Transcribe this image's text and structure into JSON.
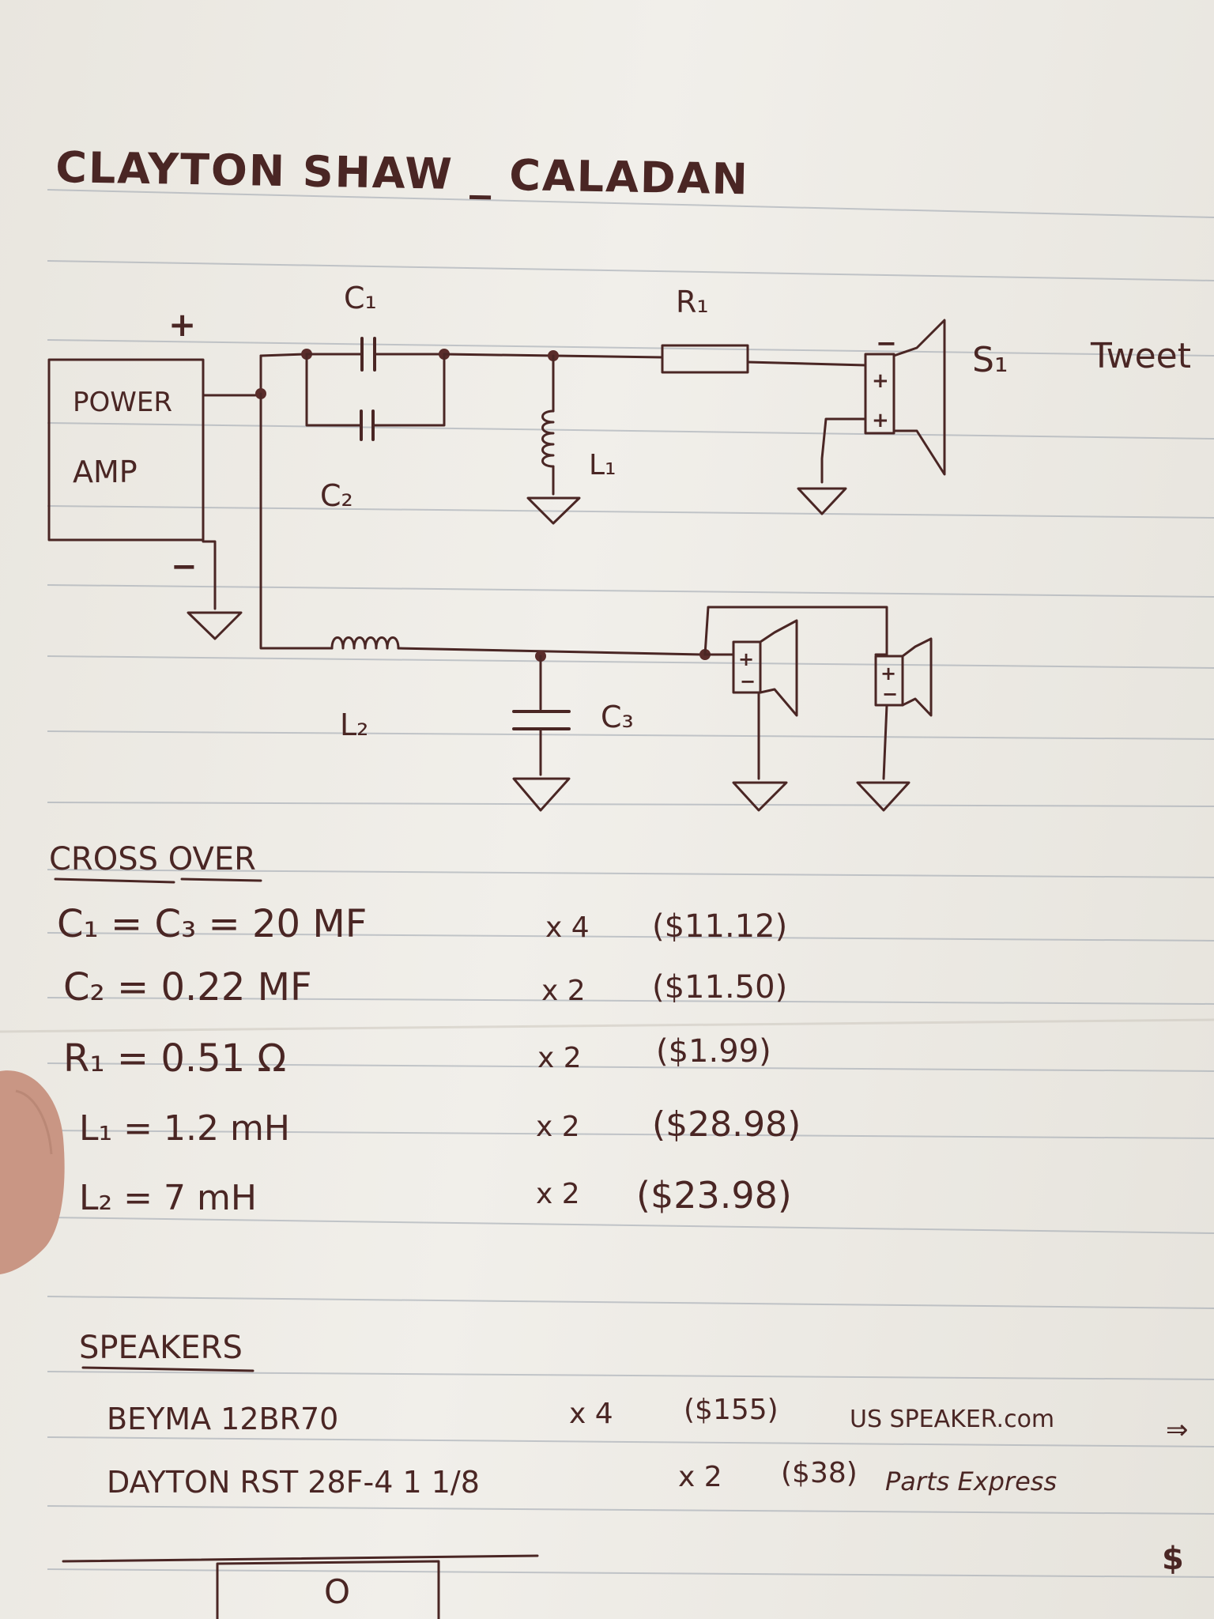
{
  "title": "CLAYTON SHAW _ CALADAN",
  "schematic": {
    "plus_sign": "+",
    "minus_sign": "−",
    "amp_label_1": "POWER",
    "amp_label_2": "AMP",
    "c1": "C₁",
    "c2": "C₂",
    "r1": "R₁",
    "l1": "L₁",
    "l2": "L₂",
    "c3": "C₃",
    "s1": "S₁",
    "tweeter": "Tweet"
  },
  "crossover": {
    "heading": "CROSS OVER",
    "rows": [
      {
        "part": "C₁ = C₃ = 20 MF",
        "qty": "x 4",
        "price": "($11.12)"
      },
      {
        "part": "C₂ = 0.22 MF",
        "qty": "x 2",
        "price": "($11.50)"
      },
      {
        "part": "R₁ = 0.51 Ω",
        "qty": "x 2",
        "price": "($1.99)"
      },
      {
        "part": "L₁ = 1.2 mH",
        "qty": "x 2",
        "price": "($28.98)"
      },
      {
        "part": "L₂ = 7 mH",
        "qty": "x 2",
        "price": "($23.98)"
      }
    ]
  },
  "speakers": {
    "heading": "SPEAKERS",
    "rows": [
      {
        "model": "BEYMA 12BR70",
        "qty": "x 4",
        "price": "($155)",
        "source": "US SPEAKER.com",
        "arrow": "⇒"
      },
      {
        "model": "DAYTON RST 28F-4 1 1/8",
        "qty": "x 2",
        "price": "($38)",
        "source": "Parts Express"
      }
    ]
  },
  "footer": {
    "dollar": "$",
    "circle_mark": "O"
  }
}
